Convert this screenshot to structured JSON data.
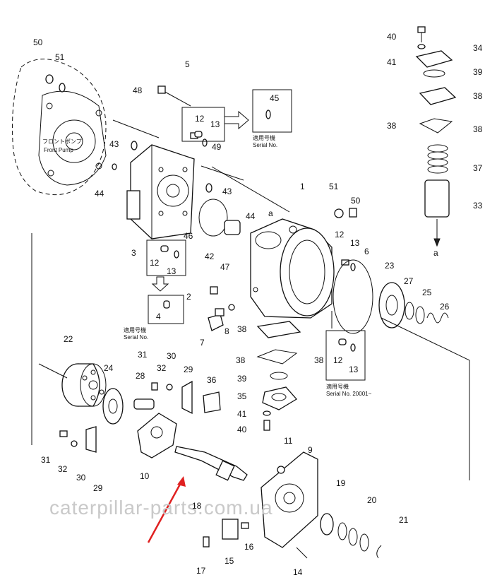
{
  "labels": {
    "n1": "1",
    "n2": "2",
    "n3": "3",
    "n4": "4",
    "n5": "5",
    "n6": "6",
    "n7": "7",
    "n8": "8",
    "n9": "9",
    "n10": "10",
    "n11": "11",
    "n12a": "12",
    "n12b": "12",
    "n12c": "12",
    "n12d": "12",
    "n13a": "13",
    "n13b": "13",
    "n13c": "13",
    "n13d": "13",
    "n14": "14",
    "n15": "15",
    "n16": "16",
    "n17": "17",
    "n18": "18",
    "n19": "19",
    "n20": "20",
    "n21": "21",
    "n22": "22",
    "n23": "23",
    "n24": "24",
    "n25": "25",
    "n26": "26",
    "n27": "27",
    "n28": "28",
    "n29a": "29",
    "n29b": "29",
    "n30a": "30",
    "n30b": "30",
    "n31a": "31",
    "n31b": "31",
    "n32a": "32",
    "n32b": "32",
    "n33": "33",
    "n34": "34",
    "n35": "35",
    "n36": "36",
    "n37": "37",
    "n38a": "38",
    "n38b": "38",
    "n38c": "38",
    "n38d": "38",
    "n38e": "38",
    "n38f": "38",
    "n39a": "39",
    "n39b": "39",
    "n40a": "40",
    "n40b": "40",
    "n41a": "41",
    "n41b": "41",
    "n42": "42",
    "n43a": "43",
    "n43b": "43",
    "n44a": "44",
    "n44b": "44",
    "n45": "45",
    "n46": "46",
    "n47": "47",
    "n48": "48",
    "n49": "49",
    "n50a": "50",
    "n50b": "50",
    "n51a": "51",
    "n51b": "51",
    "a1": "a",
    "a2": "a"
  },
  "notes": {
    "front_pump_jp": "フロントポンプ",
    "front_pump": "Front Pump",
    "serial_jp_1": "適用号機",
    "serial_1": "Serial No.",
    "serial_jp_2": "適用号機",
    "serial_2": "Serial No.",
    "serial_jp_3": "適用号機",
    "serial_3": "Serial No. 20001~"
  },
  "watermark": "caterpillar-parts.com.ua",
  "colors": {
    "line": "#111111",
    "arrow": "#e02020",
    "watermark": "#c9c9c9"
  }
}
